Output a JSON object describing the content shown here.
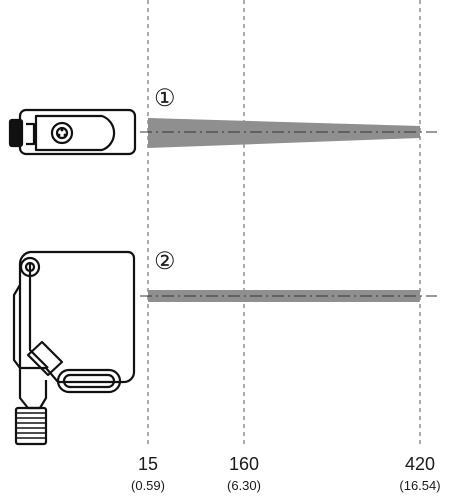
{
  "diagram": {
    "callouts": {
      "one": "①",
      "two": "②"
    },
    "ticks": [
      {
        "main": "15",
        "sub": "(0.59)"
      },
      {
        "main": "160",
        "sub": "(6.30)"
      },
      {
        "main": "420",
        "sub": "(16.54)"
      }
    ]
  }
}
